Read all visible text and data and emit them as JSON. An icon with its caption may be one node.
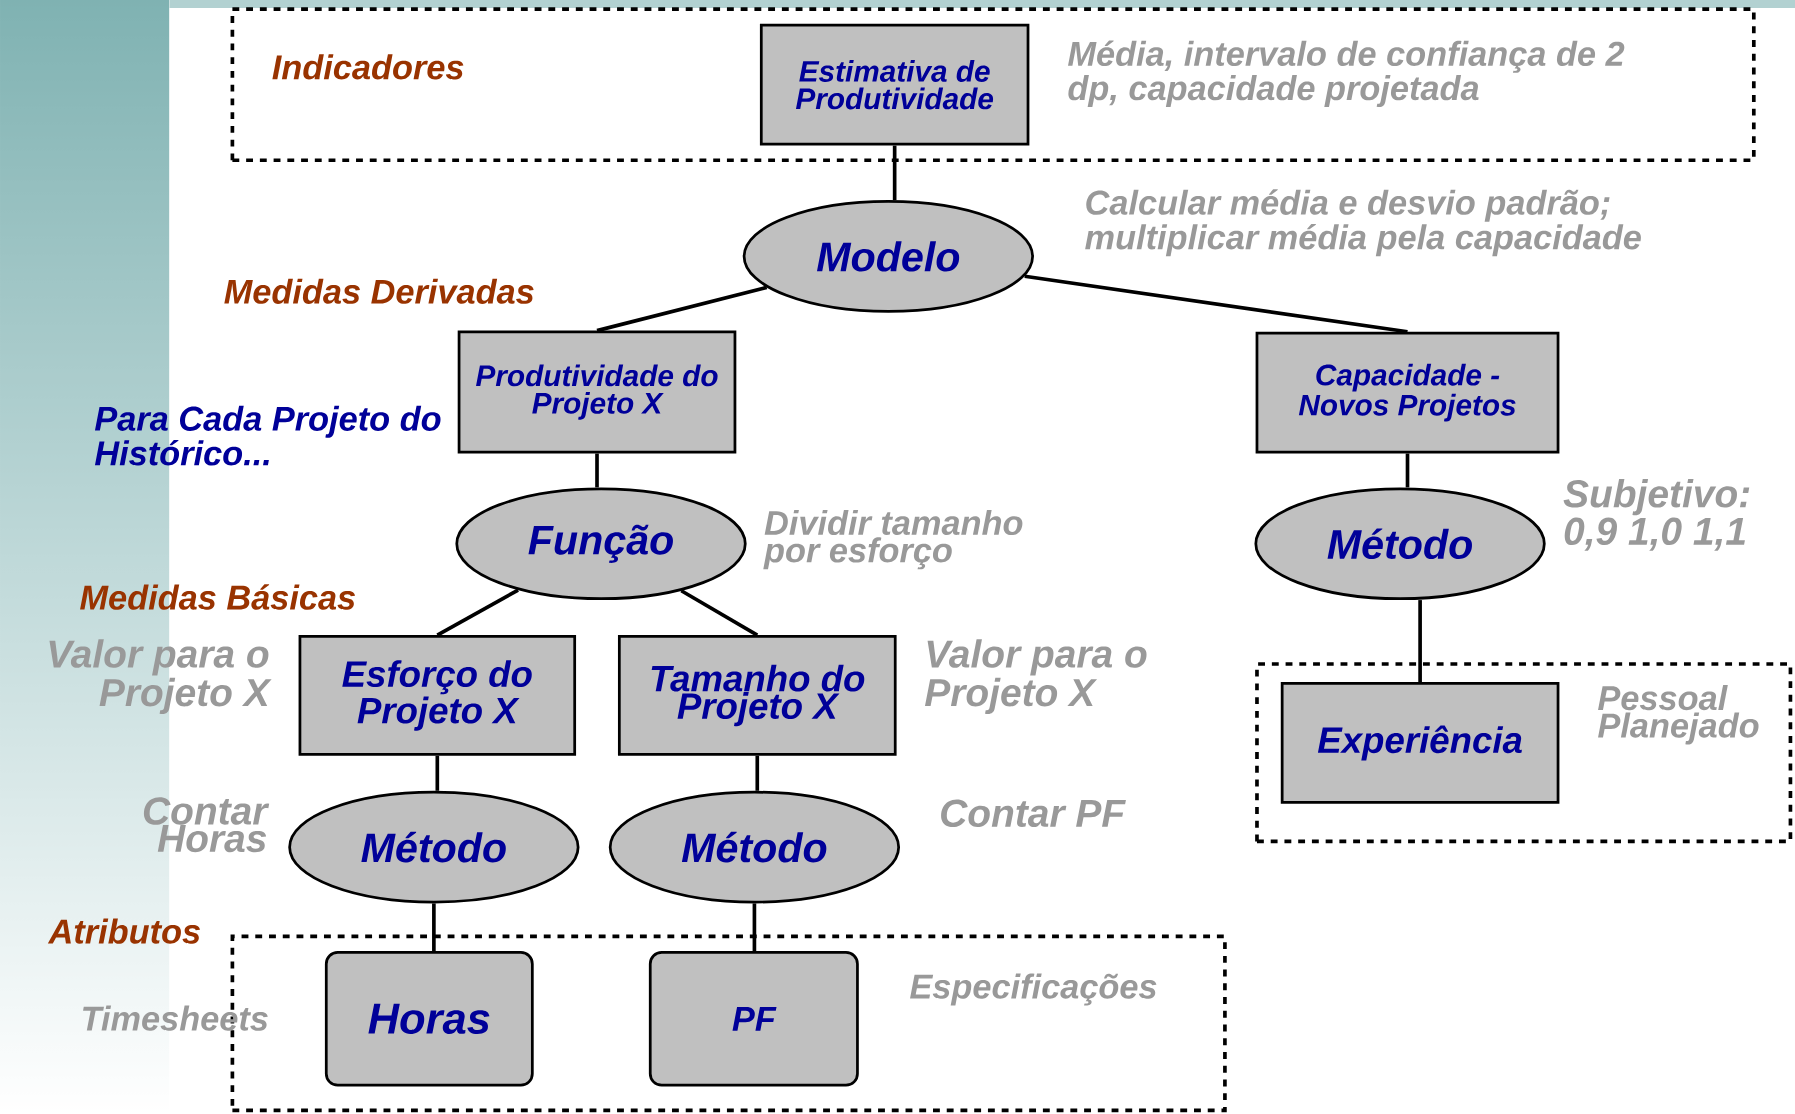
{
  "diagram": {
    "nodes": [
      {
        "text": [
          "Indicadores"
        ]
      },
      {
        "text": [
          "Estimativa de Produtividade"
        ],
        "in": 0,
        "beside": [
          "Média, intervalo de confiança de 2 dp, capacidade projetada"
        ]
      },
      {
        "text": [
          "Modelo"
        ],
        "beside": [
          "Calcular média e desvio padrão; multiplicar média pela capacidade"
        ]
      },
      {
        "text": [
          "Produtividade do Projeto X"
        ]
      },
      {
        "text": [
          "Capacidade - Novos Projetos"
        ]
      },
      {
        "text": [
          "Função"
        ],
        "beside": [
          "Dividir tamanho por esforço"
        ]
      },
      {
        "text": [
          "Método"
        ],
        "beside": [
          "Subjetivo: 0,9 1,0 1,1"
        ]
      },
      {
        "text": [
          "Esforço do Projeto X"
        ],
        "beside": [
          "Valor para o Projeto X"
        ]
      },
      {
        "text": [
          "Tamanho do Projeto X"
        ],
        "beside": [
          "Valor para o Projeto X"
        ]
      },
      {
        "text": [],
        "shape": "box"
      },
      {
        "text": [
          "Experiência"
        ],
        "in": 9,
        "beside": [
          "Pessoal Planejado"
        ]
      },
      {
        "text": [
          "Método"
        ],
        "beside": [
          "Contar Horas"
        ]
      },
      {
        "text": [
          "Método"
        ],
        "beside": [
          "Contar PF"
        ]
      },
      {
        "text": [
          "Atributos"
        ]
      },
      {
        "text": [
          "Horas"
        ],
        "in": 13,
        "beside": [
          "Timesheets"
        ]
      },
      {
        "text": [
          "PF"
        ],
        "in": 13,
        "beside": [
          "Especificações"
        ]
      }
    ],
    "edges": [
      {
        "from": 1,
        "to": 2,
        "arrow": "none"
      },
      {
        "from": 2,
        "to": 3,
        "arrow": "none"
      },
      {
        "from": 2,
        "to": 4,
        "arrow": "none"
      },
      {
        "from": 3,
        "to": 5,
        "arrow": "none"
      },
      {
        "from": 4,
        "to": 6,
        "arrow": "none"
      },
      {
        "from": 5,
        "to": 7,
        "arrow": "none"
      },
      {
        "from": 5,
        "to": 8,
        "arrow": "none"
      },
      {
        "from": 6,
        "to": 10,
        "arrow": "none"
      },
      {
        "from": 7,
        "to": 11,
        "arrow": "none"
      },
      {
        "from": 8,
        "to": 12,
        "arrow": "none"
      },
      {
        "from": 11,
        "to": 14,
        "arrow": "none"
      },
      {
        "from": 12,
        "to": 15,
        "arrow": "none"
      }
    ],
    "labels": [
      "Medidas Derivadas",
      "Para Cada Projeto do Histórico...",
      "Medidas Básicas"
    ]
  }
}
